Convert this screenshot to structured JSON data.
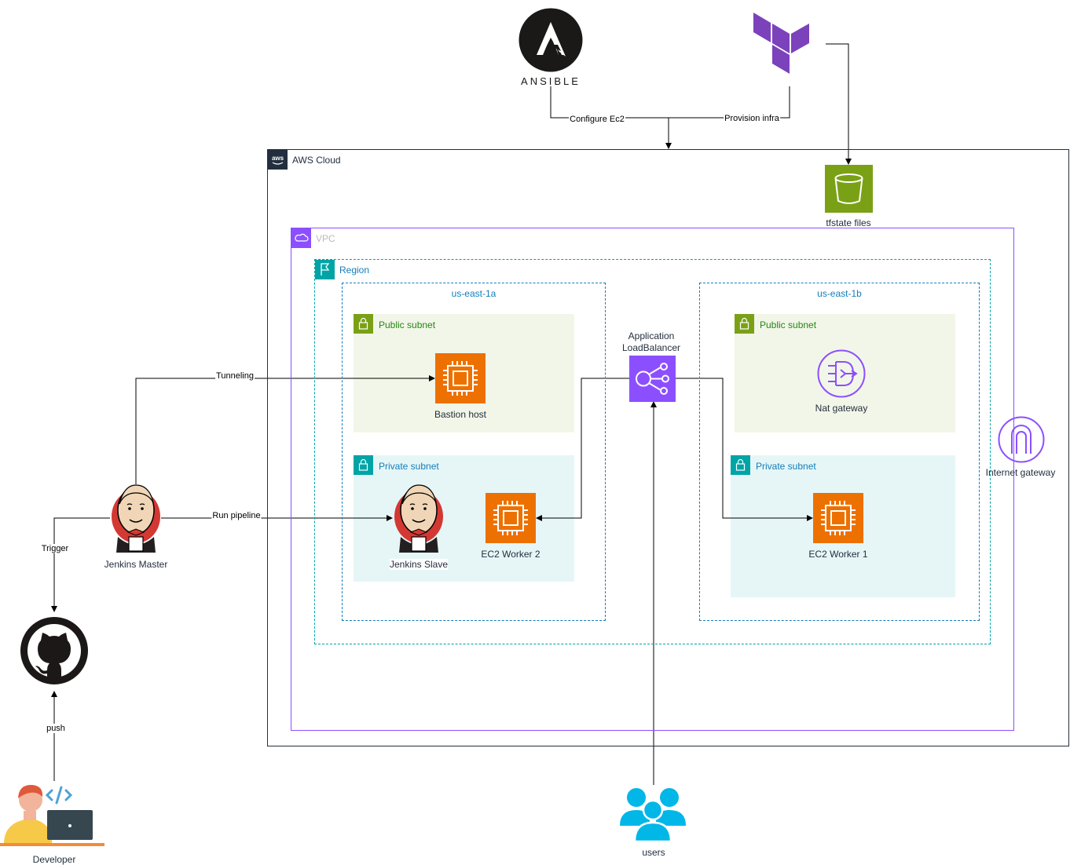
{
  "tools": {
    "ansible_label": "ANSIBLE",
    "ansible_edge": "Configure Ec2",
    "terraform_edge": "Provision infra"
  },
  "groups": {
    "aws_cloud": "AWS Cloud",
    "vpc": "VPC",
    "region": "Region",
    "az_a": "us-east-1a",
    "az_b": "us-east-1b",
    "public_subnet_a": "Public subnet",
    "private_subnet_a": "Private subnet",
    "public_subnet_b": "Public subnet",
    "private_subnet_b": "Private subnet"
  },
  "nodes": {
    "tfstate": "tfstate files",
    "bastion": "Bastion host",
    "alb": "Application\nLoadBalancer",
    "nat": "Nat gateway",
    "igw": "Internet gateway",
    "jenkins_slave": "Jenkins Slave",
    "ec2_worker_2": "EC2 Worker 2",
    "ec2_worker_1": "EC2 Worker 1",
    "jenkins_master": "Jenkins Master",
    "developer": "Developer",
    "users": "users"
  },
  "edges": {
    "tunneling": "Tunneling",
    "run_pipeline": "Run pipeline",
    "trigger": "Trigger",
    "push": "push"
  },
  "colors": {
    "ec2": "#ED7100",
    "s3": "#7AA116",
    "vpc": "#8C4FFF",
    "region": "#00A4A6",
    "public_subnet": "#7AA116",
    "private_subnet": "#00A4A6",
    "terraform": "#7B42BC",
    "users": "#00B7E8"
  }
}
